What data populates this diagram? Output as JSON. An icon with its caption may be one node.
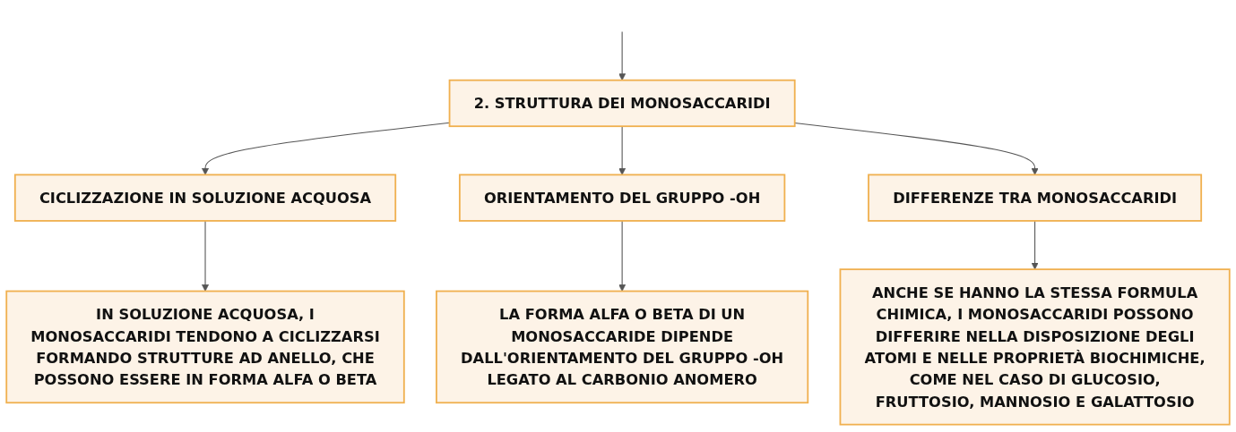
{
  "diagram": {
    "nodes": [
      {
        "text": [
          "2. STRUTTURA DEI MONOSACCARIDI"
        ]
      },
      {
        "text": [
          "CICLIZZAZIONE IN SOLUZIONE ACQUOSA"
        ]
      },
      {
        "text": [
          "ORIENTAMENTO DEL GRUPPO -OH"
        ]
      },
      {
        "text": [
          "DIFFERENZE TRA MONOSACCARIDI"
        ]
      },
      {
        "text": [
          "IN SOLUZIONE ACQUOSA, I MONOSACCARIDI TENDONO A CICLIZZARSI FORMANDO STRUTTURE AD ANELLO, CHE POSSONO ESSERE IN FORMA ALFA O BETA"
        ]
      },
      {
        "text": [
          "LA FORMA ALFA O BETA DI UN MONOSACCARIDE DIPENDE DALL'ORIENTAMENTO DEL GRUPPO -OH LEGATO AL CARBONIO ANOMERO"
        ]
      },
      {
        "text": [
          "ANCHE SE HANNO LA STESSA FORMULA CHIMICA, I MONOSACCARIDI POSSONO DIFFERIRE NELLA DISPOSIZIONE DEGLI ATOMI E NELLE PROPRIETÀ BIOCHIMICHE, COME NEL CASO DI GLUCOSIO, FRUTTOSIO, MANNOSIO E GALATTOSIO"
        ]
      }
    ],
    "edges": [
      {
        "from": null,
        "to": 0,
        "arrow": "to"
      },
      {
        "from": 0,
        "to": 1,
        "arrow": "to"
      },
      {
        "from": 0,
        "to": 2,
        "arrow": "to"
      },
      {
        "from": 0,
        "to": 3,
        "arrow": "to"
      },
      {
        "from": 1,
        "to": 4,
        "arrow": "to"
      },
      {
        "from": 2,
        "to": 5,
        "arrow": "to"
      },
      {
        "from": 3,
        "to": 6,
        "arrow": "to"
      }
    ]
  }
}
